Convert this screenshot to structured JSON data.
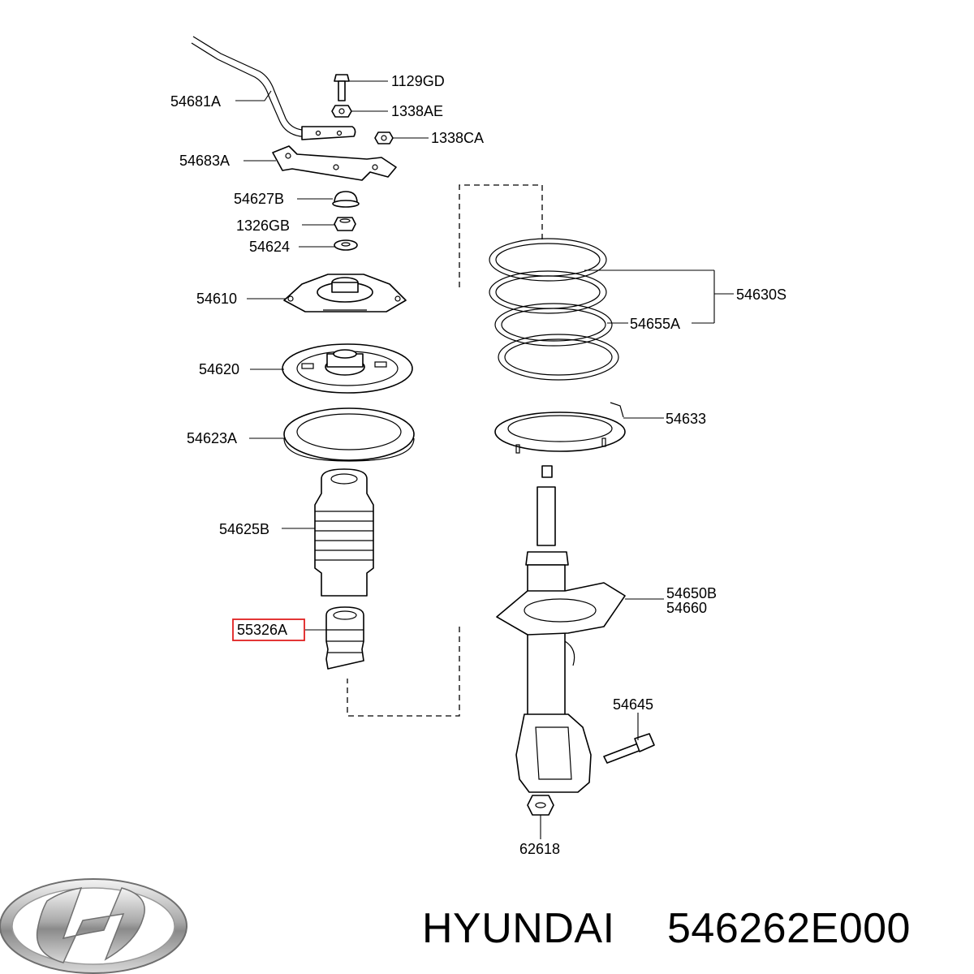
{
  "diagram": {
    "labels": {
      "p1129GD": "1129GD",
      "p1338AE": "1338AE",
      "p1338CA": "1338CA",
      "p54681A": "54681A",
      "p54683A": "54683A",
      "p54627B": "54627B",
      "p1326GB": "1326GB",
      "p54624": "54624",
      "p54610": "54610",
      "p54620": "54620",
      "p54623A": "54623A",
      "p54625B": "54625B",
      "p55326A": "55326A",
      "p54630S": "54630S",
      "p54655A": "54655A",
      "p54633": "54633",
      "p54650B": "54650B",
      "p54660": "54660",
      "p54645": "54645",
      "p62618": "62618"
    },
    "highlight_color": "#e02020"
  },
  "footer": {
    "brand": "HYUNDAI",
    "part_number": "546262E000",
    "logo": "hyundai-logo-icon"
  }
}
